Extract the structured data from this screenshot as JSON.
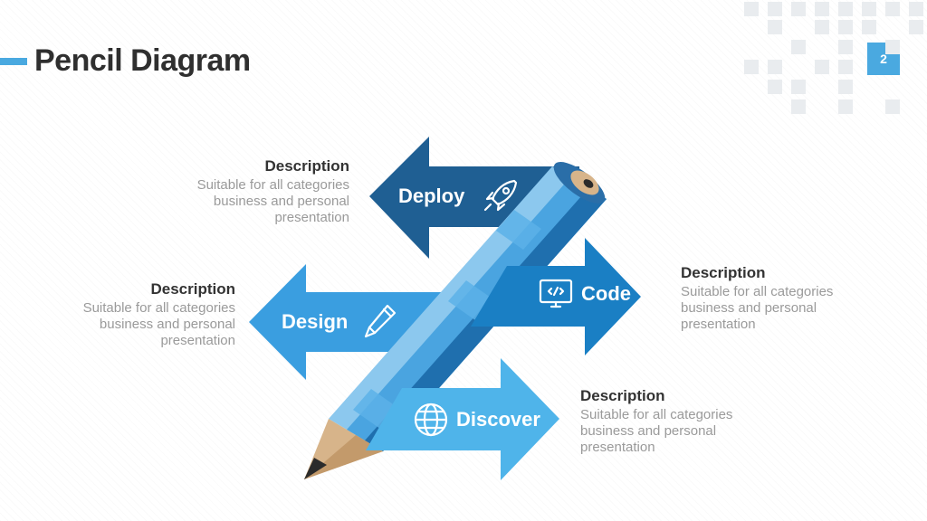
{
  "title": "Pencil Diagram",
  "page_number": "2",
  "arrows": {
    "deploy": "Deploy",
    "design": "Design",
    "code": "Code",
    "discover": "Discover"
  },
  "descriptions": [
    {
      "heading": "Description",
      "text": "Suitable for all categories business and personal presentation"
    },
    {
      "heading": "Description",
      "text": "Suitable for all categories business and personal presentation"
    },
    {
      "heading": "Description",
      "text": "Suitable for all categories business and personal presentation"
    },
    {
      "heading": "Description",
      "text": "Suitable for all categories business and personal presentation"
    }
  ],
  "icons": {
    "deploy": "rocket-icon",
    "design": "pencil-icon",
    "code": "monitor-code-icon",
    "discover": "globe-icon"
  },
  "colors": {
    "accent": "#4aa9e0",
    "deploy": "#1f5f93",
    "design": "#3a9ee0",
    "code": "#1a7fc4",
    "discover": "#4fb4ea",
    "title": "#2f2f2f",
    "muted_text": "#9a9a9a"
  }
}
